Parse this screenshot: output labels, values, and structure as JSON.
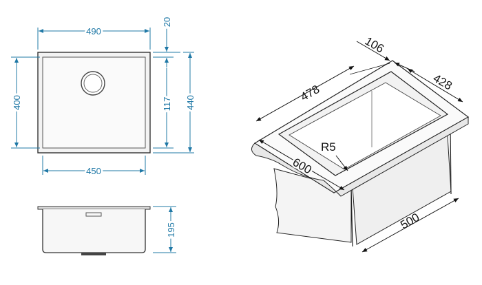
{
  "colors": {
    "dimension": "#1f78a6",
    "outline": "#333333",
    "iso_line": "#111111",
    "fill": "#f1f1f1"
  },
  "top_view": {
    "width_outer": "490",
    "width_inner": "450",
    "height_inner": "400",
    "height_outer": "440",
    "flange": "20",
    "drain_offset": "117"
  },
  "side_view": {
    "depth": "195"
  },
  "iso_view": {
    "back_depth": "106",
    "inner_width": "478",
    "right_depth": "428",
    "corner_radius": "R5",
    "front_width": "600",
    "cabinet_depth": "500"
  }
}
